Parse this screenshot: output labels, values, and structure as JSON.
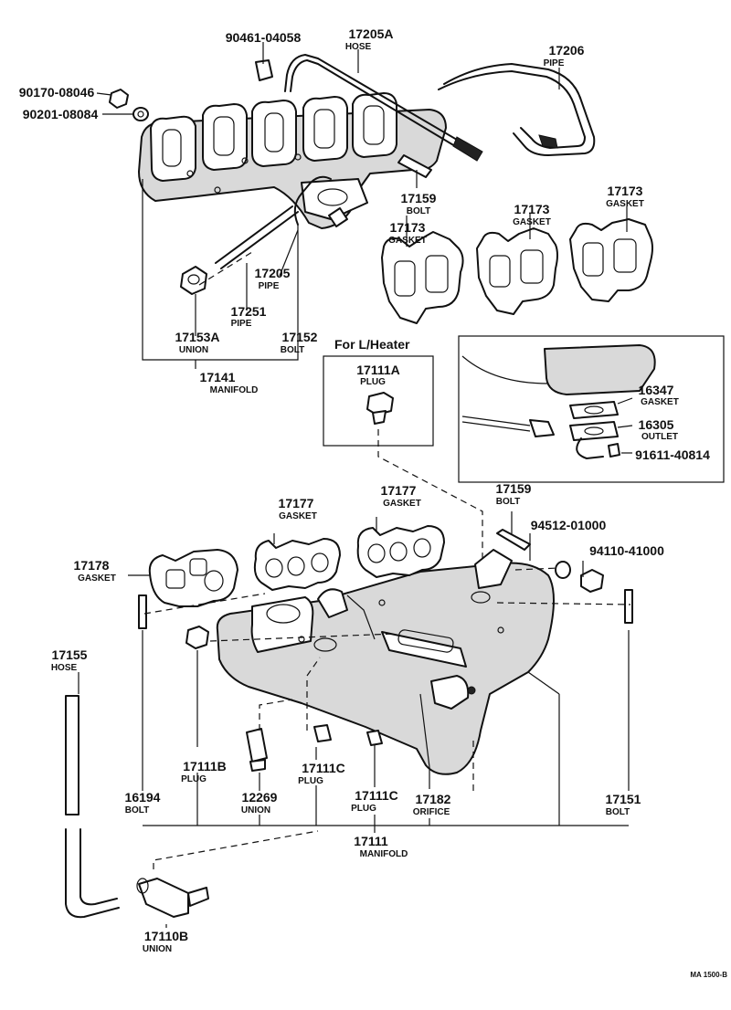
{
  "diagram": {
    "callouts": [
      {
        "id": "c-90461",
        "number": "90461-04058",
        "name": ""
      },
      {
        "id": "c-17205a",
        "number": "17205A",
        "name": "HOSE"
      },
      {
        "id": "c-17206",
        "number": "17206",
        "name": "PIPE"
      },
      {
        "id": "c-90170",
        "number": "90170-08046",
        "name": ""
      },
      {
        "id": "c-90201",
        "number": "90201-08084",
        "name": ""
      },
      {
        "id": "c-17159-top",
        "number": "17159",
        "name": "BOLT"
      },
      {
        "id": "c-17173-a",
        "number": "17173",
        "name": "GASKET"
      },
      {
        "id": "c-17173-b",
        "number": "17173",
        "name": "GASKET"
      },
      {
        "id": "c-17173-c",
        "number": "17173",
        "name": "GASKET"
      },
      {
        "id": "c-17205",
        "number": "17205",
        "name": "PIPE"
      },
      {
        "id": "c-17251",
        "number": "17251",
        "name": "PIPE"
      },
      {
        "id": "c-17153a",
        "number": "17153A",
        "name": "UNION"
      },
      {
        "id": "c-17152",
        "number": "17152",
        "name": "BOLT"
      },
      {
        "id": "c-17141",
        "number": "17141",
        "name": "MANIFOLD"
      },
      {
        "id": "c-17111a",
        "number": "17111A",
        "name": "PLUG"
      },
      {
        "id": "c-16347",
        "number": "16347",
        "name": "GASKET"
      },
      {
        "id": "c-16305",
        "number": "16305",
        "name": "OUTLET"
      },
      {
        "id": "c-91611",
        "number": "91611-40814",
        "name": ""
      },
      {
        "id": "c-17159-mid",
        "number": "17159",
        "name": "BOLT"
      },
      {
        "id": "c-94512",
        "number": "94512-01000",
        "name": ""
      },
      {
        "id": "c-94110",
        "number": "94110-41000",
        "name": ""
      },
      {
        "id": "c-17177-a",
        "number": "17177",
        "name": "GASKET"
      },
      {
        "id": "c-17177-b",
        "number": "17177",
        "name": "GASKET"
      },
      {
        "id": "c-17178",
        "number": "17178",
        "name": "GASKET"
      },
      {
        "id": "c-17155",
        "number": "17155",
        "name": "HOSE"
      },
      {
        "id": "c-17111b",
        "number": "17111B",
        "name": "PLUG"
      },
      {
        "id": "c-17111c-a",
        "number": "17111C",
        "name": "PLUG"
      },
      {
        "id": "c-17111c-b",
        "number": "17111C",
        "name": "PLUG"
      },
      {
        "id": "c-17182",
        "number": "17182",
        "name": "ORIFICE"
      },
      {
        "id": "c-16194",
        "number": "16194",
        "name": "BOLT"
      },
      {
        "id": "c-12269",
        "number": "12269",
        "name": "UNION"
      },
      {
        "id": "c-17151",
        "number": "17151",
        "name": "BOLT"
      },
      {
        "id": "c-17111",
        "number": "17111",
        "name": "MANIFOLD"
      },
      {
        "id": "c-17110b",
        "number": "17110B",
        "name": "UNION"
      }
    ],
    "section_label": "For L/Heater",
    "ref_code": "MA 1500-B"
  }
}
